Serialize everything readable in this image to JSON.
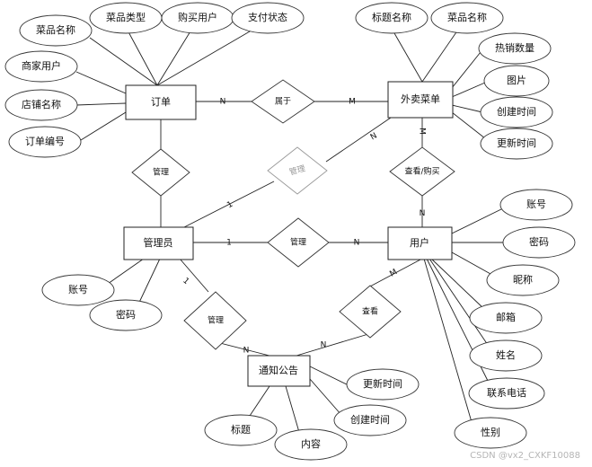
{
  "entities": {
    "order": "订单",
    "takeout_dish": "外卖菜单",
    "admin": "管理员",
    "user": "用户",
    "notice": "通知公告"
  },
  "relationships": {
    "belongs_to": "属于",
    "manage_order": "管理",
    "manage_dish": "管理",
    "manage_user": "管理",
    "view_buy": "查看/购买",
    "manage_notice": "管理",
    "view_notice": "查看"
  },
  "attributes": {
    "order": [
      "菜品名称",
      "菜品类型",
      "购买用户",
      "支付状态",
      "商家用户",
      "店铺名称",
      "订单编号"
    ],
    "takeout_dish": [
      "标题名称",
      "菜品名称",
      "热销数量",
      "图片",
      "创建时间",
      "更新时间"
    ],
    "admin": [
      "账号",
      "密码"
    ],
    "user": [
      "账号",
      "密码",
      "昵称",
      "邮箱",
      "姓名",
      "联系电话",
      "性别"
    ],
    "notice": [
      "更新时间",
      "创建时间",
      "标题",
      "内容"
    ]
  },
  "cardinalities": {
    "order_belongs_n": "N",
    "dish_belongs_m": "M",
    "dish_view_m": "M",
    "user_view_n": "N",
    "admin_manage_dish_1": "1",
    "dish_manage_n": "N",
    "admin_manage_order": "",
    "admin_manage_user_1": "1",
    "user_manage_n": "N",
    "admin_manage_notice_1": "1",
    "notice_manage_n": "N",
    "notice_view_n": "N",
    "user_view_notice_m": "M"
  },
  "watermark": "CSDN @vx2_CXKF10088"
}
